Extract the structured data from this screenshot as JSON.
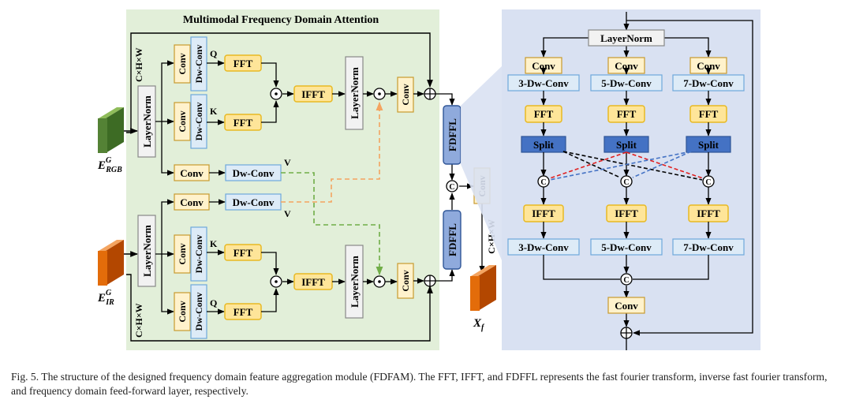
{
  "left_panel": {
    "title": "Multimodal Frequency Domain Attention",
    "input_rgb_label": "E",
    "input_rgb_sup": "G",
    "input_rgb_sub": "RGB",
    "input_ir_label": "E",
    "input_ir_sup": "G",
    "input_ir_sub": "IR",
    "output_label": "X",
    "output_sub": "f",
    "dim_label": "C×H×W",
    "layernorm": "LayerNorm",
    "conv": "Conv",
    "dwconv": "Dw-Conv",
    "fft": "FFT",
    "ifft": "IFFT",
    "fdffl": "FDFFL",
    "q": "Q",
    "k": "K",
    "v": "V",
    "dot_op": "⊙",
    "concat_op": "©",
    "plus_op": "+"
  },
  "right_panel": {
    "layernorm": "LayerNorm",
    "conv": "Conv",
    "dw3": "3-Dw-Conv",
    "dw5": "5-Dw-Conv",
    "dw7": "7-Dw-Conv",
    "fft": "FFT",
    "ifft": "IFFT",
    "split": "Split"
  },
  "colors": {
    "left_panel_bg": "#e2efd9",
    "right_panel_bg": "#d9e1f2",
    "fft_fill": "#fee599",
    "fft_stroke": "#e8b923",
    "conv_fill": "#fff2cc",
    "conv_stroke": "#c89a2e",
    "dw_fill": "#ddebf7",
    "dw_stroke": "#6fa8dc",
    "split_fill": "#4472c4",
    "fdffl_fill": "#8faadc",
    "rgb_block": "#548235",
    "ir_block": "#e36c0a",
    "v_rgb_line": "#70ad47",
    "v_ir_line": "#f4a460",
    "cross_black": "#000000",
    "cross_red": "#e02020",
    "cross_blue": "#4472c4"
  },
  "caption": "Fig. 5.  The structure of the designed frequency domain feature aggregation module (FDFAM). The FFT, IFFT, and FDFFL represents the fast fourier transform, inverse fast fourier transform, and frequency domain feed-forward layer, respectively."
}
